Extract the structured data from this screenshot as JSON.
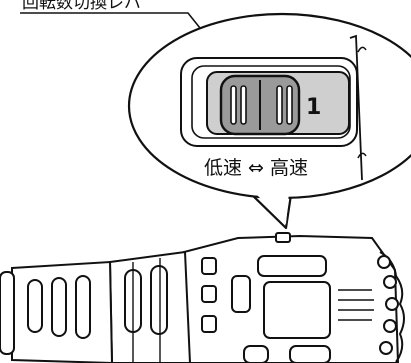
{
  "diagram": {
    "leader_label": "回転数切換レバ",
    "speed_text": "低速 ⇔ 高速",
    "gear_number": "1"
  },
  "colors": {
    "line": "#111111",
    "lever_fill": "#cfcfcf",
    "knob_fill": "#9a9a9a",
    "background": "#ffffff"
  }
}
